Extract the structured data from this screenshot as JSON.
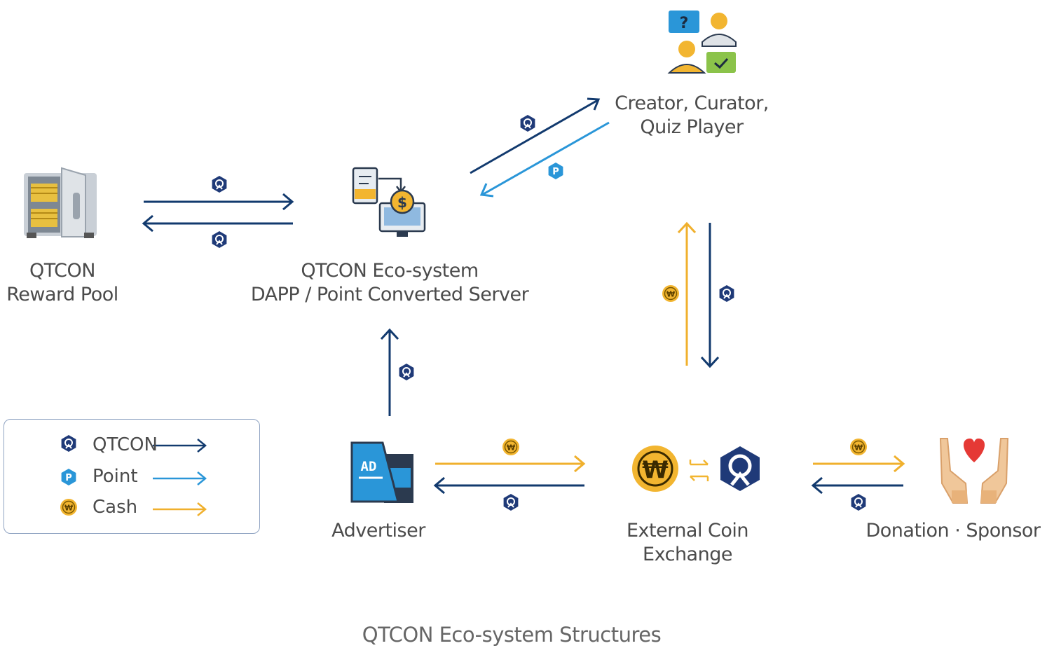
{
  "nodes": {
    "reward_pool": {
      "line1": "QTCON",
      "line2": "Reward Pool"
    },
    "server": {
      "line1": "QTCON Eco-system",
      "line2": "DAPP / Point Converted Server"
    },
    "creator": {
      "line1": "Creator, Curator,",
      "line2": "Quiz Player"
    },
    "advertiser": {
      "label": "Advertiser"
    },
    "exchange": {
      "line1": "External Coin",
      "line2": "Exchange"
    },
    "donation": {
      "label": "Donation · Sponsor"
    }
  },
  "legend": {
    "qtcon": "QTCON",
    "point": "Point",
    "cash": "Cash"
  },
  "caption": "QTCON Eco-system Structures",
  "colors": {
    "qtcon": "#123a6e",
    "point": "#2a96d8",
    "cash": "#f0b02d"
  },
  "icons": [
    "safe-icon",
    "server-icon",
    "people-quiz-icon",
    "ad-icon",
    "won-coin-icon",
    "qtcon-coin-icon",
    "exchange-arrows-icon",
    "heart-hands-icon",
    "point-icon"
  ]
}
